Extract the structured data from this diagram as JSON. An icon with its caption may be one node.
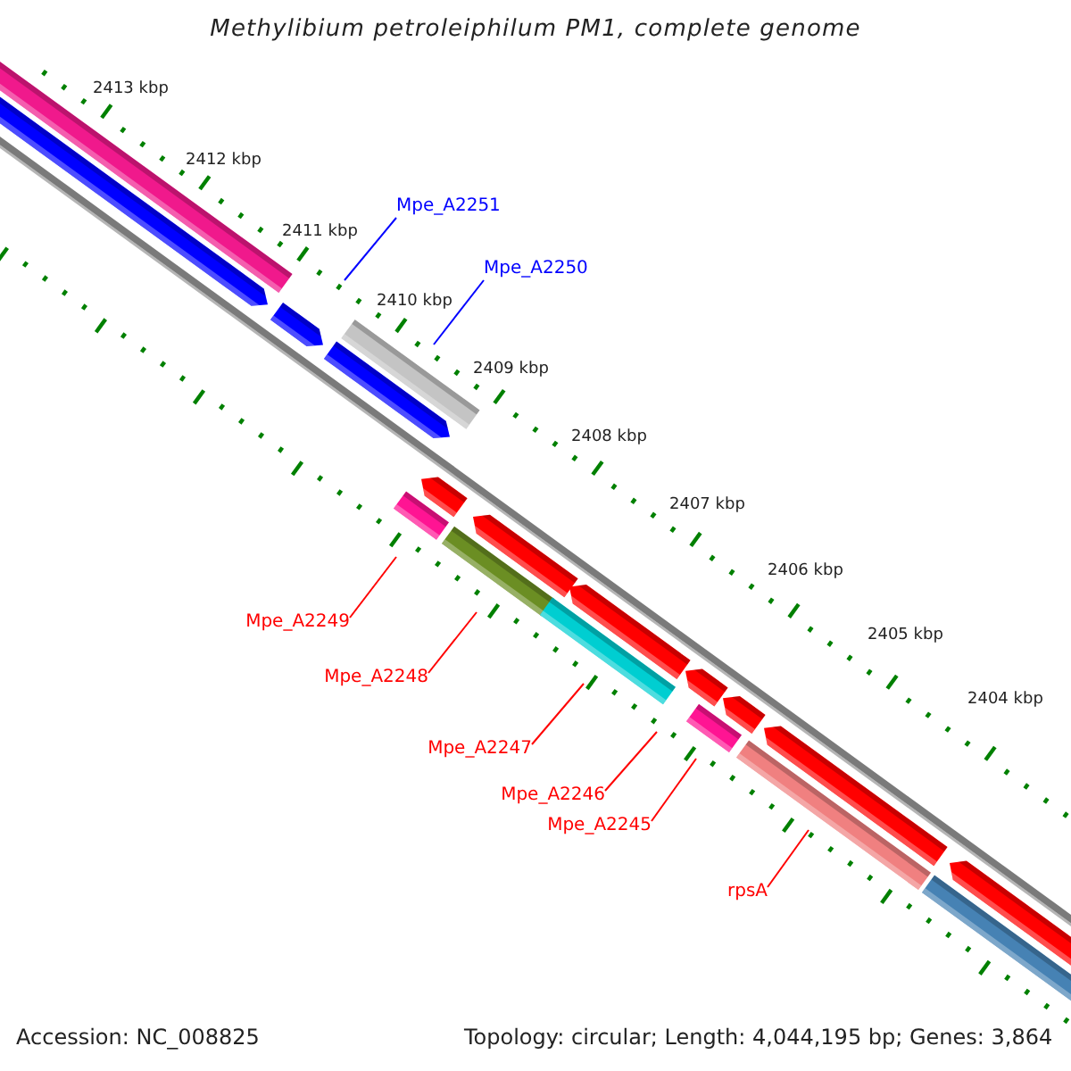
{
  "diagram": {
    "title": "Methylibium petroleiphilum PM1, complete genome",
    "nodes": [
      {
        "text": [
          "Mpe_A2251"
        ]
      },
      {
        "text": [
          "Mpe_A2250"
        ]
      },
      {
        "text": [
          "Mpe_A2249"
        ]
      },
      {
        "text": [
          "Mpe_A2248"
        ]
      },
      {
        "text": [
          "Mpe_A2247"
        ]
      },
      {
        "text": [
          "Mpe_A2246"
        ]
      },
      {
        "text": [
          "Mpe_A2245"
        ]
      },
      {
        "text": [
          "rpsA"
        ]
      }
    ],
    "edges": [
      {
        "from": 0,
        "to": null,
        "arrow": "none",
        "color": "#0000ff"
      },
      {
        "from": 1,
        "to": null,
        "arrow": "none",
        "color": "#0000ff"
      },
      {
        "from": 2,
        "to": null,
        "arrow": "none"
      },
      {
        "from": 3,
        "to": null,
        "arrow": "none"
      },
      {
        "from": 4,
        "to": null,
        "arrow": "none"
      },
      {
        "from": 5,
        "to": null,
        "arrow": "none"
      },
      {
        "from": 6,
        "to": null,
        "arrow": "none"
      },
      {
        "from": 7,
        "to": null,
        "arrow": "none"
      }
    ],
    "labels": [
      "2413 kbp",
      "2412 kbp",
      "2411 kbp",
      "2410 kbp",
      "2409 kbp",
      "2408 kbp",
      "2407 kbp",
      "2406 kbp",
      "2405 kbp",
      "2404 kbp",
      "Accession: NC_008825",
      "Topology: circular; Length: 4,044,195 bp; Genes: 3,864"
    ]
  }
}
